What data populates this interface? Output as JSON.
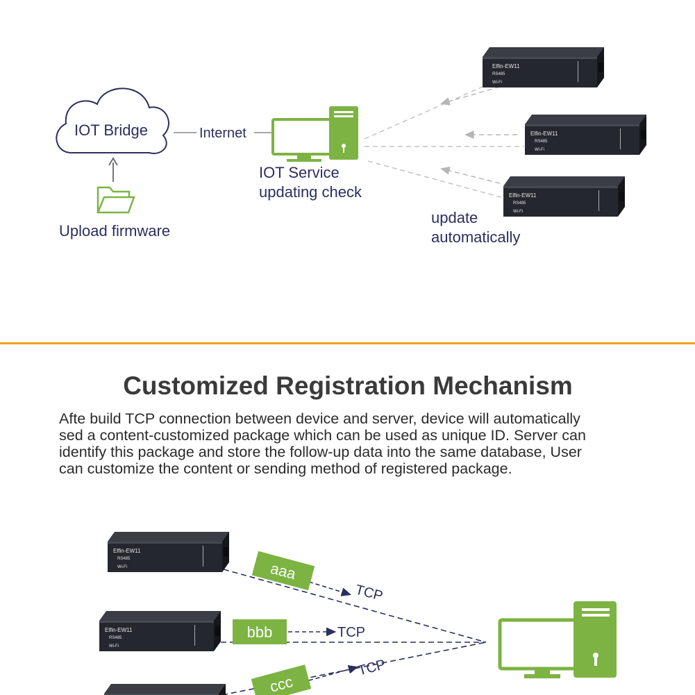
{
  "top_diagram": {
    "cloud_label": "IOT Bridge",
    "internet_label": "Internet",
    "service_label_line1": "IOT Service",
    "service_label_line2": "updating check",
    "upload_label": "Upload firmware",
    "update_label_line1": "update",
    "update_label_line2": "automatically"
  },
  "section": {
    "title": "Customized Registration Mechanism",
    "paragraph_lines": [
      "Afte build TCP connection between device and server, device will automatically",
      "sed a content-customized package which can be used as unique ID. Server can",
      "identify this package and store the follow-up data into the same database, User",
      "can customize the content or sending method of registered package."
    ]
  },
  "bottom_diagram": {
    "tags": [
      "aaa",
      "bbb",
      "ccc"
    ],
    "protocol_label": "TCP"
  },
  "device": {
    "brand": "Elfin-EW11",
    "port": "RS485",
    "wireless": "Wi-Fi"
  },
  "colors": {
    "accent_green": "#7cb342",
    "navy": "#2b2e5e",
    "divider_orange": "#f0a020",
    "device_body": "#2a2d33"
  }
}
